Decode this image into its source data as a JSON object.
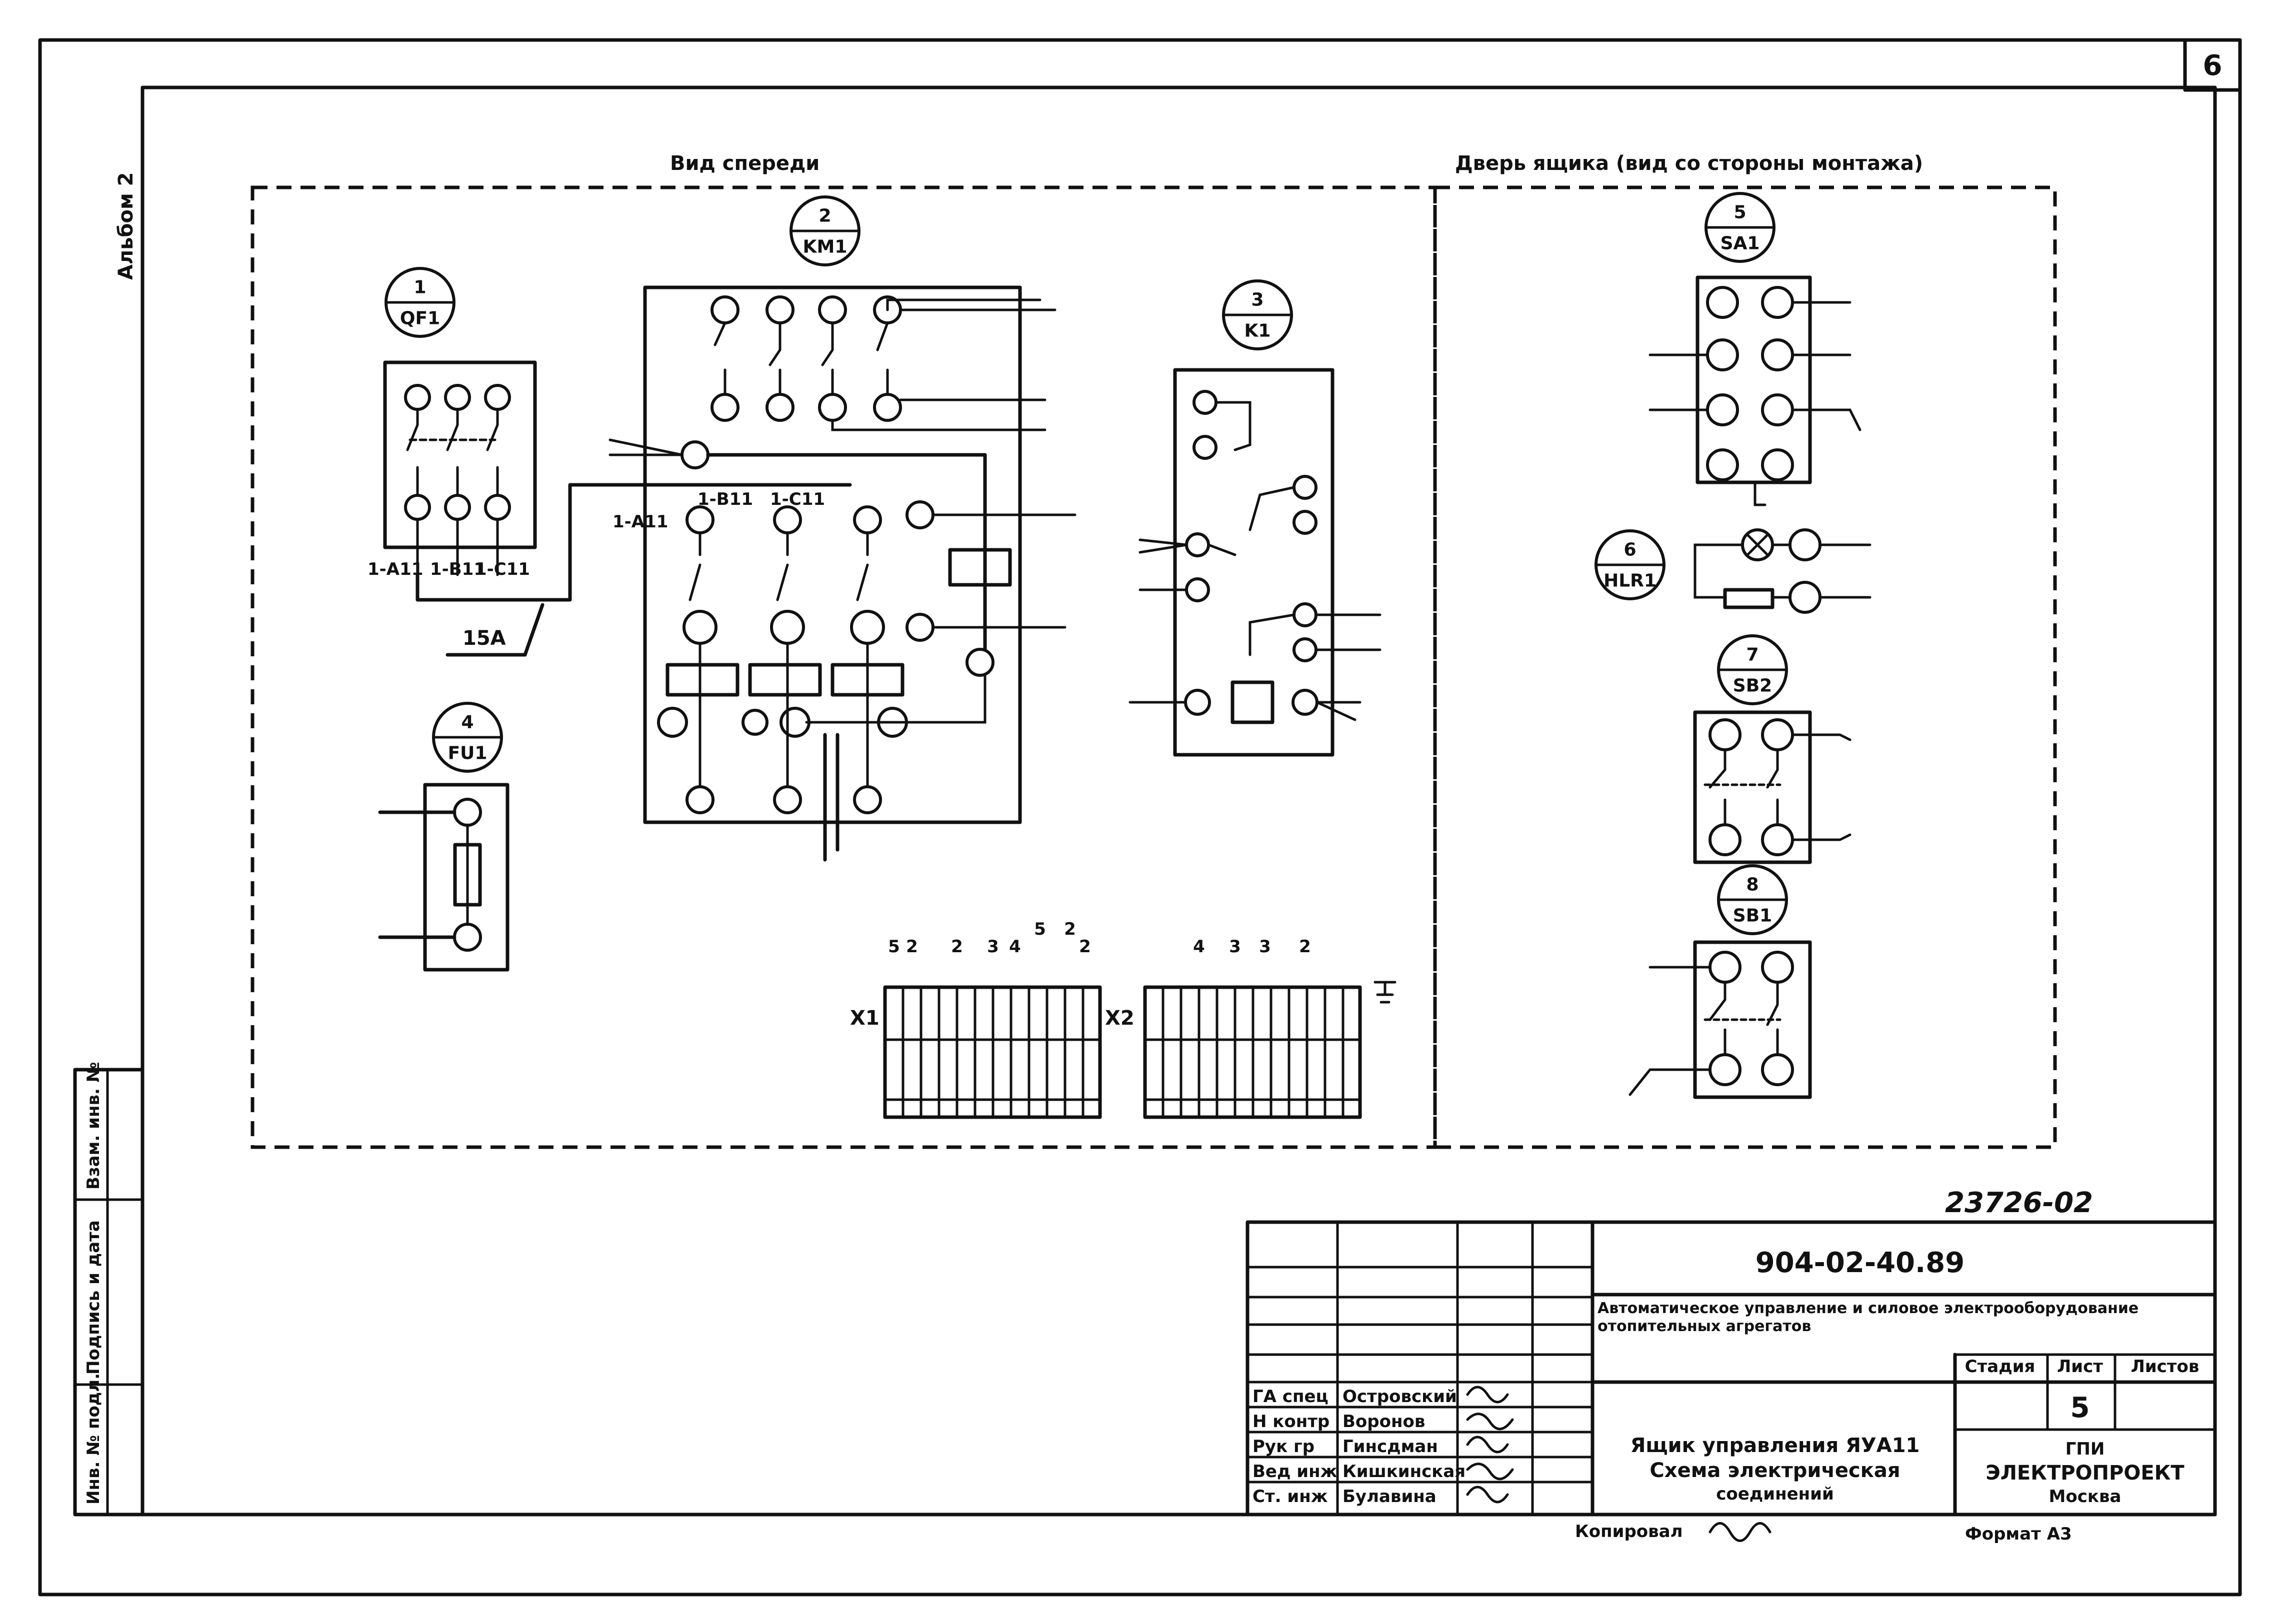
{
  "sheet_number": "6",
  "album_label": "Альбом 2",
  "views": {
    "front": "Вид спереди",
    "door": "Дверь ящика (вид со стороны монтажа)"
  },
  "devices": [
    {
      "num": "1",
      "code": "QF1"
    },
    {
      "num": "2",
      "code": "KM1"
    },
    {
      "num": "3",
      "code": "K1"
    },
    {
      "num": "4",
      "code": "FU1"
    },
    {
      "num": "5",
      "code": "SA1"
    },
    {
      "num": "6",
      "code": "HLR1"
    },
    {
      "num": "7",
      "code": "SB2"
    },
    {
      "num": "8",
      "code": "SB1"
    }
  ],
  "current_rating": "15А",
  "wire_labels": {
    "qf1_out": [
      "1-А11",
      "1-В11",
      "1-С11"
    ],
    "km1_in": [
      "1-А11",
      "1-В11",
      "1-С11"
    ]
  },
  "terminal_strips": {
    "x1_label": "Х1",
    "x2_label": "Х2",
    "x1_top_numbers": [
      "5",
      "2",
      "2",
      "3",
      "4",
      "5",
      "2",
      "2"
    ],
    "x2_top_numbers": [
      "4",
      "3",
      "3",
      "2"
    ]
  },
  "title_block": {
    "doc_number": "904-02-40.89",
    "handwritten_number": "23726-02",
    "project_title": "Автоматическое управление и силовое электрооборудование отопительных агрегатов",
    "drawing_title_l1": "Ящик управления ЯУА11",
    "drawing_title_l2": "Схема электрическая",
    "drawing_title_l3": "соединений",
    "col_stage": "Стадия",
    "col_sheet": "Лист",
    "col_sheets": "Листов",
    "sheet_value": "5",
    "org_l1": "ГПИ",
    "org_l2": "ЭЛЕКТРОПРОЕКТ",
    "org_l3": "Москва",
    "copied_by": "Копировал",
    "format": "Формат А3",
    "people": [
      {
        "role": "ГА спец",
        "name": "Островский"
      },
      {
        "role": "Н контр",
        "name": "Воронов"
      },
      {
        "role": "Рук гр",
        "name": "Гинсдман"
      },
      {
        "role": "Вед инж",
        "name": "Кишкинская"
      },
      {
        "role": "Ст. инж",
        "name": "Булавина"
      }
    ]
  },
  "side_stamp": [
    "Инв. № подл.",
    "Подпись и дата",
    "Взам. инв. №"
  ]
}
